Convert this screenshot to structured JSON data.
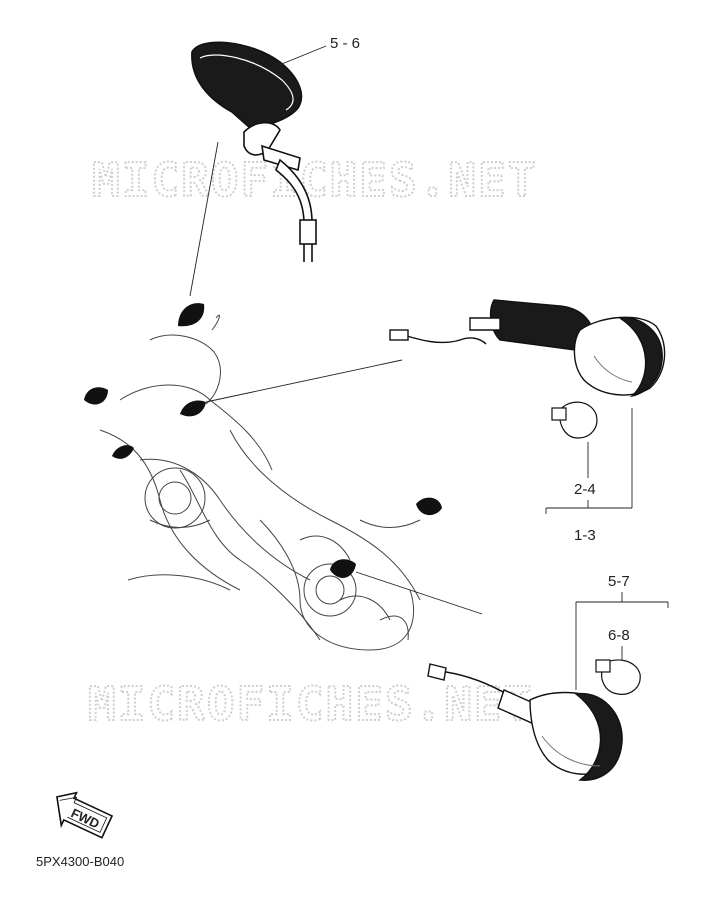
{
  "watermark": "MICROFICHES.NET",
  "callouts": {
    "mirror": "5 - 6",
    "front_bulb": "2-4",
    "front_assy": "1-3",
    "rear_assy": "5-7",
    "rear_bulb": "6-8"
  },
  "fwd_label": "FWD",
  "diagram_code": "5PX4300-B040"
}
